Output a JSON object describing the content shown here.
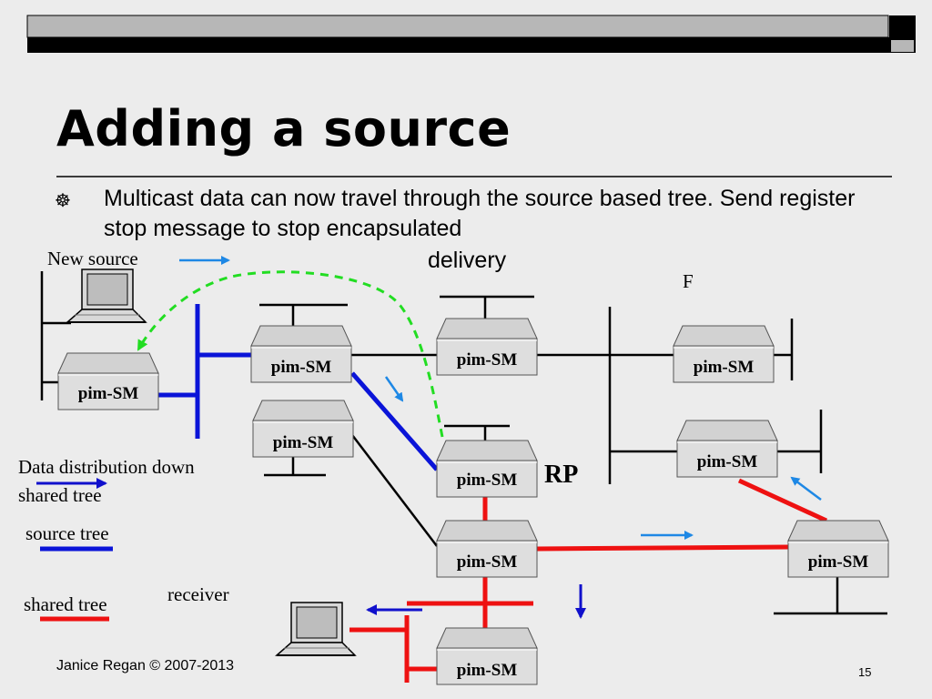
{
  "slide": {
    "title": "Adding a source",
    "bullet_text": "Multicast data can now travel through the source based tree. Send register stop message to stop encapsulated",
    "bullet_continuation": "delivery",
    "footer": "Janice Regan © 2007-2013",
    "page_number": "15"
  },
  "diagram": {
    "router_label": "pim-SM",
    "rp_label": "RP",
    "f_label": "F",
    "new_source_label": "New source",
    "receiver_label": "receiver",
    "legend": {
      "data_distribution_line1": "Data distribution down",
      "data_distribution_line2": "shared tree",
      "source_tree": "source tree",
      "shared_tree": "shared tree"
    }
  },
  "colors": {
    "source_tree": "#0a14d8",
    "shared_tree": "#ee1111",
    "register_stop": "#22dd22",
    "arrow_light": "#1e88e5",
    "arrow_dark": "#1010cc",
    "background": "#ececec"
  }
}
